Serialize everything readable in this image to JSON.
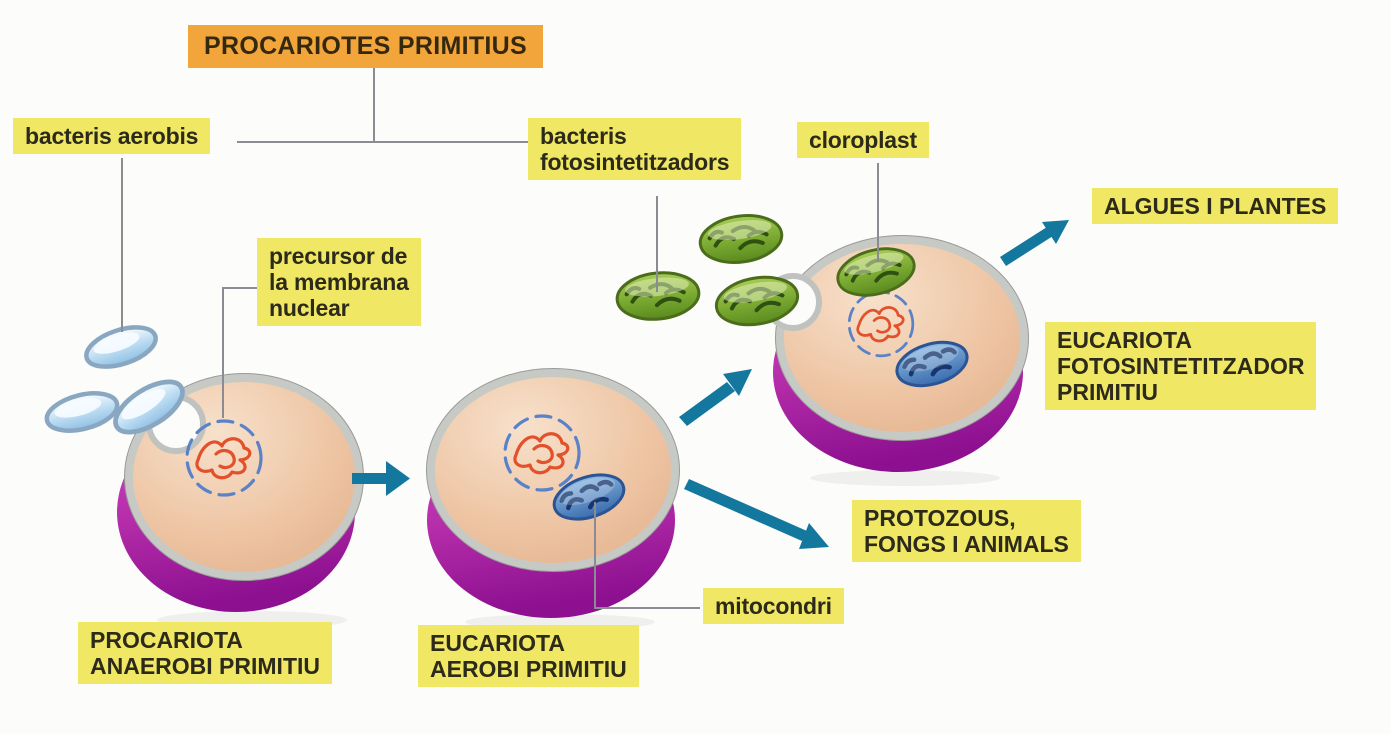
{
  "diagram": {
    "title": "PROCARIOTES PRIMITIUS",
    "callouts": {
      "bacteris_aerobis": "bacteris aerobis",
      "bacteris_fotosintetitzadors": "bacteris\nfotosintetitzadors",
      "cloroplast": "cloroplast",
      "precursor_membrana": "precursor de\nla membrana\nnuclear",
      "mitocondri": "mitocondri"
    },
    "stages": {
      "procariota_anaerobi": "PROCARIOTA\nANAEROBI PRIMITIU",
      "eucariota_aerobi": "EUCARIOTA\nAEROBI PRIMITIU",
      "eucariota_fotosintetitzador": "EUCARIOTA\nFOTOSINTETITZADOR\nPRIMITIU"
    },
    "outcomes": {
      "algues_i_plantes": "ALGUES I PLANTES",
      "protozous_fongs_animals": "PROTOZOUS,\nFONGS I ANIMALS"
    },
    "colors": {
      "title_box": "#f2a53b",
      "label_box": "#f0e765",
      "label_text": "#2c2a1a",
      "arrow_teal": "#14789e",
      "cell_top_face": "#eec5a4",
      "cell_side_magenta": "#b32ba8",
      "membrane_rim": "#c7c9c5",
      "aerobic_bacteria_blue": "#bcdcf2",
      "photosynthetic_green": "#76a62f",
      "mitochondrion_blue": "#4473b4",
      "dna_red": "#e2512b",
      "nuclear_membrane_blue": "#5a82c8",
      "connector_gray": "#8b8b92"
    }
  }
}
